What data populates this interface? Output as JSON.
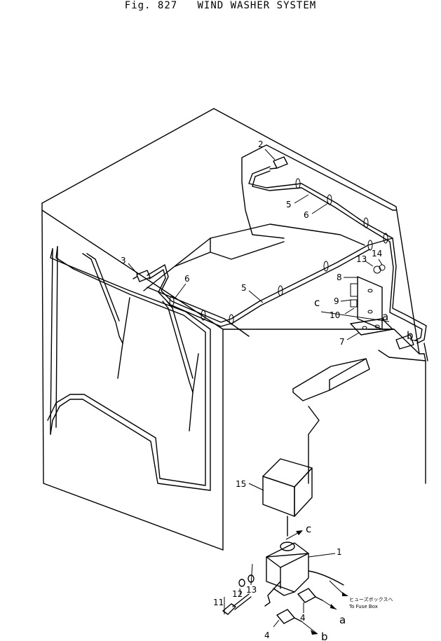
{
  "figure": {
    "number": "Fig. 827",
    "title": "WIND WASHER SYSTEM"
  },
  "callouts": {
    "c1": "1",
    "c2": "2",
    "c3": "3",
    "c4a": "4",
    "c4b": "4",
    "c5a": "5",
    "c5b": "5",
    "c6a": "6",
    "c6b": "6",
    "c7": "7",
    "c8": "8",
    "c9": "9",
    "c10": "10",
    "c11": "11",
    "c12": "12",
    "c13a": "13",
    "c13b": "13",
    "c14": "14",
    "c15": "15"
  },
  "connectors": {
    "a_top": "a",
    "b_top": "b",
    "c_top": "c",
    "c_bottom": "c",
    "a_bottom": "a",
    "b_bottom": "b"
  },
  "note": {
    "japanese": "ヒューズボックスへ",
    "english": "To Fuse Box"
  }
}
